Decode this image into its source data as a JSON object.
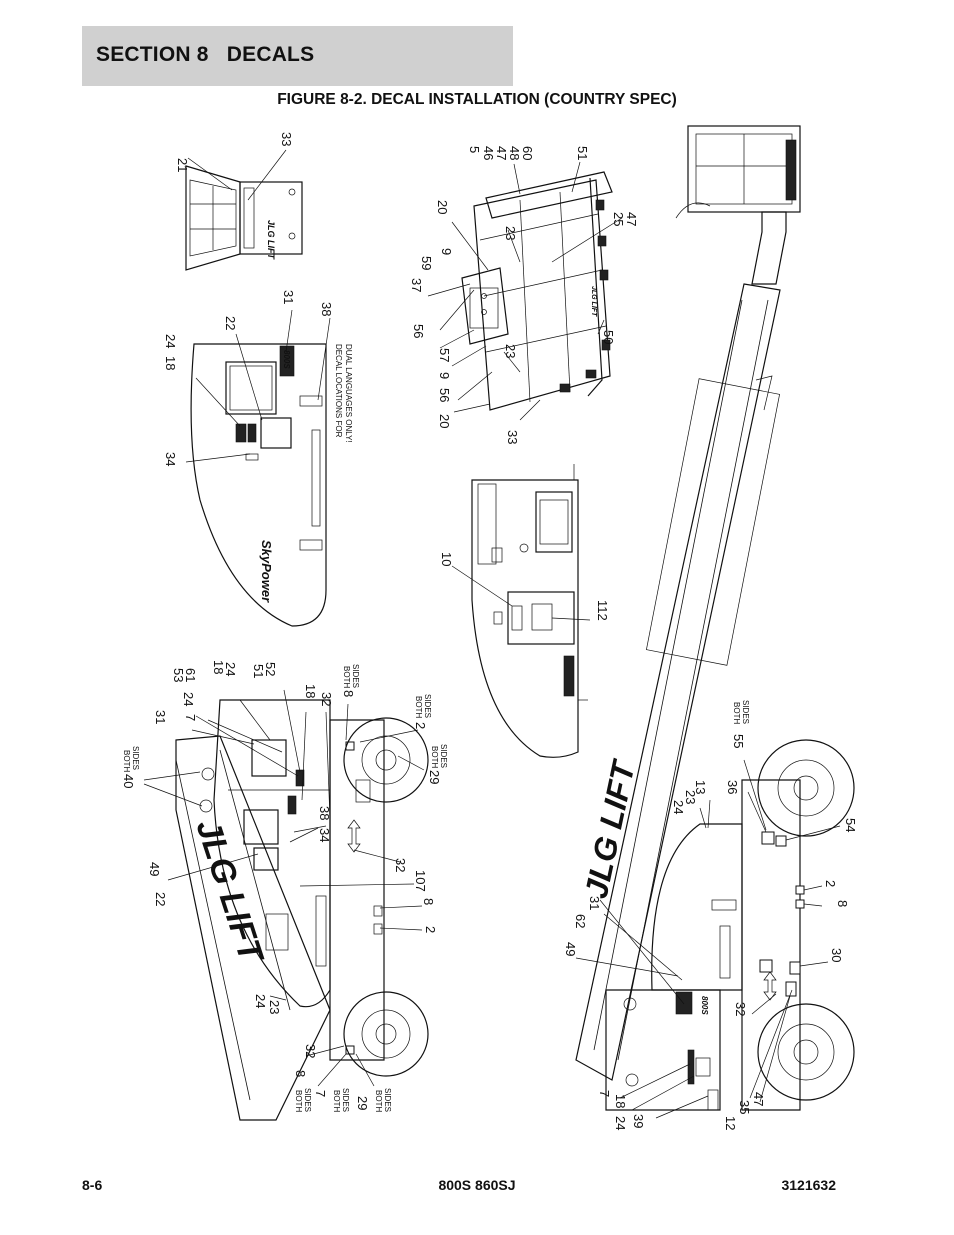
{
  "header": {
    "section": "SECTION 8   DECALS",
    "figure_title": "FIGURE 8-2. DECAL INSTALLATION (COUNTRY SPEC)"
  },
  "footer": {
    "page": "8-6",
    "model": "800S 860SJ",
    "doc_number": "3121632"
  },
  "notes": {
    "both_sides_1": "BOTH",
    "both_sides_2": "SIDES",
    "dual_lang_1": "DECAL LOCATIONS FOR",
    "dual_lang_2": "DUAL LANGUAGES ONLY!"
  },
  "logos": {
    "brand": "JLG LIFT",
    "model_badge": "800S",
    "sky_power": "SkyPower"
  },
  "callouts": {
    "hood_inset": [
      "21",
      "33"
    ],
    "hood_panel": [
      "24",
      "18",
      "22",
      "31",
      "38",
      "34"
    ],
    "platform": [
      "5",
      "46",
      "47",
      "48",
      "60",
      "51",
      "20",
      "23",
      "25",
      "47",
      "37",
      "59",
      "9",
      "56",
      "57",
      "9",
      "23",
      "50",
      "56",
      "20",
      "33"
    ],
    "engine_side": [
      "10",
      "112"
    ],
    "left_machine": [
      "53",
      "61",
      "18",
      "24",
      "51",
      "52",
      "31",
      "24",
      "7",
      "18",
      "32",
      "8",
      "2",
      "29",
      "40",
      "38",
      "34",
      "49",
      "22",
      "32",
      "107",
      "8",
      "2",
      "24",
      "23",
      "8",
      "32",
      "7",
      "29"
    ],
    "right_machine": [
      "55",
      "36",
      "24",
      "23",
      "13",
      "54",
      "2",
      "8",
      "30",
      "31",
      "62",
      "49",
      "32",
      "7",
      "18",
      "24",
      "39",
      "12",
      "35",
      "47"
    ]
  }
}
